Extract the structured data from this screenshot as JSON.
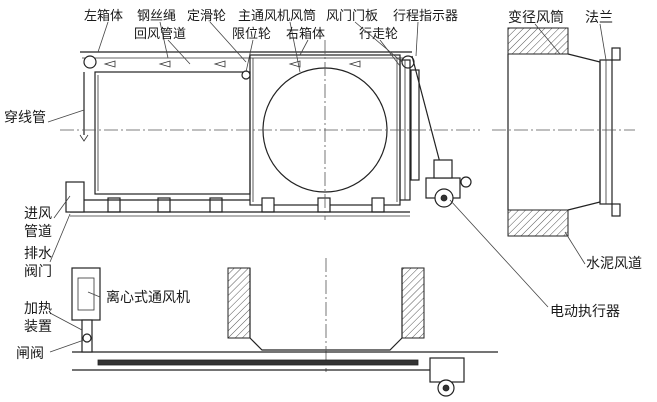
{
  "labels": {
    "left_box": "左箱体",
    "wire_rope": "钢丝绳",
    "fixed_pulley": "定滑轮",
    "main_duct": "主通风机风筒",
    "door_plate": "风门门板",
    "travel_indicator": "行程指示器",
    "return_duct": "回风管道",
    "limit_wheel": "限位轮",
    "right_box": "右箱体",
    "walking_wheel": "行走轮",
    "reducer_duct": "变径风筒",
    "flange": "法兰",
    "threading_pipe": "穿线管",
    "inlet_pipe_line1": "进风",
    "inlet_pipe_line2": "管道",
    "drain_valve_line1": "排水",
    "drain_valve_line2": "阀门",
    "centrifugal_fan": "离心式通风机",
    "heater_line1": "加热",
    "heater_line2": "装置",
    "gate_valve": "闸阀",
    "cement_duct": "水泥风道",
    "electric_actuator": "电动执行器"
  }
}
